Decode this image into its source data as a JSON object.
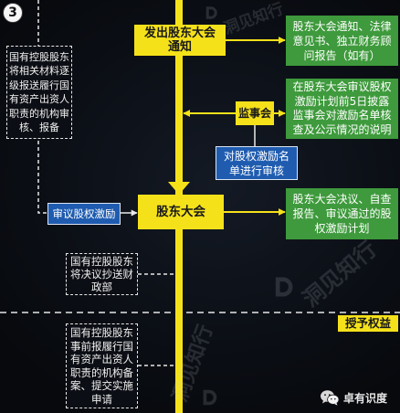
{
  "badge": "3",
  "watermark": "洞见知行",
  "nodes": {
    "send_notice": {
      "lines": [
        "发出股东大会",
        "通知"
      ]
    },
    "notice_docs": {
      "lines": [
        "股东大会通知、法律",
        "意见书、独立财务顾",
        "问报告（如有）"
      ]
    },
    "supervisory_board": {
      "label": "监事会"
    },
    "supervisor_disclosure": {
      "lines": [
        "在股东大会审议股权",
        "激励计划前5日披露",
        "监事会对激励名单核",
        "查及公示情况的说明"
      ]
    },
    "list_review": {
      "lines": [
        "对股权激励名",
        "单进行审核"
      ]
    },
    "state_report": {
      "lines": [
        "国有控股股东",
        "将相关材料逐",
        "级报送履行国",
        "有资产出资人",
        "职责的机构审",
        "核、报备"
      ]
    },
    "review_incentive": {
      "label": "审议股权激励"
    },
    "shareholders_meeting": {
      "label": "股东大会"
    },
    "meeting_outputs": {
      "lines": [
        "股东大会决议、自查",
        "报告、审议通过的股",
        "权激励计划"
      ]
    },
    "copy_to_mof": {
      "lines": [
        "国有控股股东",
        "将决议抄送财",
        "政部"
      ]
    },
    "grant_rights": {
      "label": "授予权益"
    },
    "pre_filing": {
      "lines": [
        "国有控股股东",
        "事前报履行国",
        "有资产出资人",
        "职责的机构备",
        "案、提交实施",
        "申请"
      ]
    }
  },
  "footer": {
    "brand": "卓有识度",
    "icon": "wechat-icon"
  },
  "icons": {
    "badge": "circled-number",
    "watermark_logo": "d-logo-icon"
  },
  "colors": {
    "background": "#0c1017",
    "yellow": "#f5e11a",
    "green": "#3e9a3c",
    "blue": "#1f5cb0",
    "dashed": "#e6e6e6"
  }
}
